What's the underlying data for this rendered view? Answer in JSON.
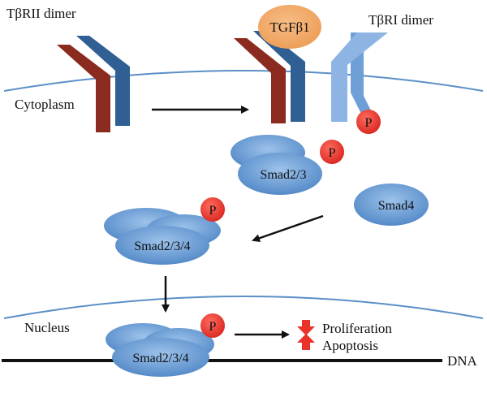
{
  "labels": {
    "tbrii_dimer": "TβRII dimer",
    "tbri_dimer": "TβRI dimer",
    "tgfb1": "TGFβ1",
    "cytoplasm": "Cytoplasm",
    "nucleus": "Nucleus",
    "dna": "DNA",
    "smad23": "Smad2/3",
    "smad4": "Smad4",
    "smad234_cytoplasm": "Smad2/3/4",
    "smad234_nucleus": "Smad2/3/4",
    "phospho": "P",
    "proliferation": "Proliferation",
    "apoptosis": "Apoptosis"
  },
  "colors": {
    "membrane": "#5b8fc7",
    "receptor_red": "#8b2a1e",
    "receptor_blue": "#2f5f93",
    "receptor_light": "#8db4e2",
    "ligand": "#f0a35e",
    "smad_fill": "#5f93cf",
    "phospho": "#e8322a",
    "effect_arrow": "#e8322a",
    "dna": "#111111"
  },
  "effects": {
    "proliferation": "down-arrow-icon",
    "apoptosis": "up-arrow-icon"
  }
}
